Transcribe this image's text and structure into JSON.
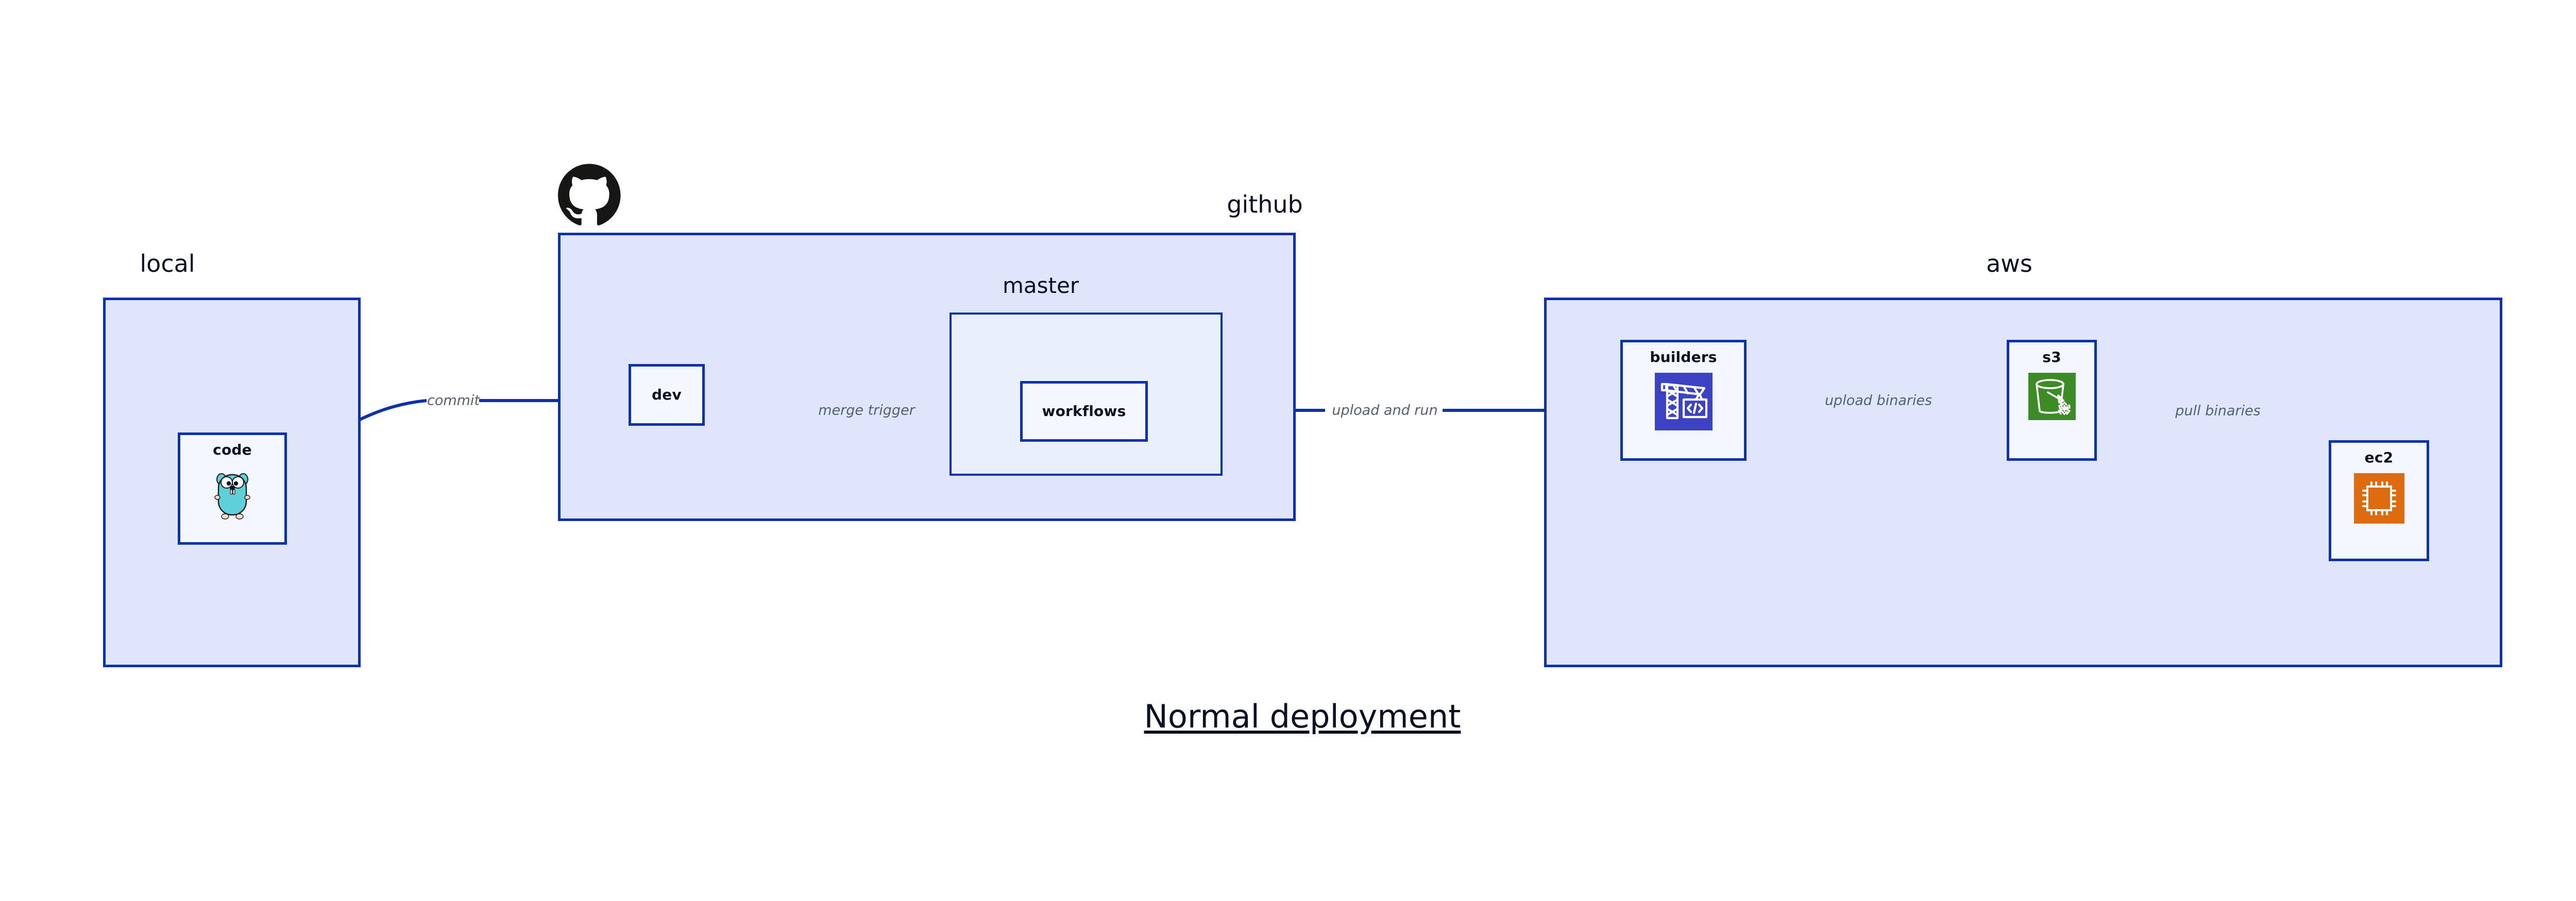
{
  "diagram": {
    "title": "Normal deployment",
    "colors": {
      "edge": "#0d31ab",
      "group_fill": "#dfe5fa",
      "group_fill_light": "#eaeffc",
      "node_fill": "#f5f7fe",
      "border": "#0d31ab",
      "label_text": "#0b1023",
      "edge_label_text": "#56606f",
      "builders_icon_bg": "#3b42c4",
      "s3_icon_bg": "#3d8b27",
      "ec2_icon_bg": "#dd6b10",
      "gopher_body": "#5fd0d8",
      "octocat": "#161614"
    },
    "groups": [
      {
        "id": "local",
        "label": "local"
      },
      {
        "id": "github",
        "label": "github"
      },
      {
        "id": "master",
        "label": "master"
      },
      {
        "id": "aws",
        "label": "aws"
      }
    ],
    "nodes": [
      {
        "id": "code",
        "label": "code",
        "icon": "go-gopher-icon"
      },
      {
        "id": "dev",
        "label": "dev",
        "icon": ""
      },
      {
        "id": "workflows",
        "label": "workflows",
        "icon": ""
      },
      {
        "id": "builders",
        "label": "builders",
        "icon": "crane-code-icon"
      },
      {
        "id": "s3",
        "label": "s3",
        "icon": "s3-bucket-glacier-icon"
      },
      {
        "id": "ec2",
        "label": "ec2",
        "icon": "cpu-chip-icon"
      }
    ],
    "edges": [
      {
        "id": "code-dev",
        "from": "code",
        "to": "dev",
        "label": "commit"
      },
      {
        "id": "dev-workflows",
        "from": "dev",
        "to": "workflows",
        "label": "merge trigger"
      },
      {
        "id": "workflows-builders",
        "from": "workflows",
        "to": "builders",
        "label": "upload and run"
      },
      {
        "id": "builders-s3",
        "from": "builders",
        "to": "s3",
        "label": "upload binaries"
      },
      {
        "id": "s3-ec2",
        "from": "s3",
        "to": "ec2",
        "label": "pull binaries"
      }
    ],
    "logos": [
      {
        "id": "github-octocat",
        "name": "github-octocat-icon"
      }
    ]
  }
}
